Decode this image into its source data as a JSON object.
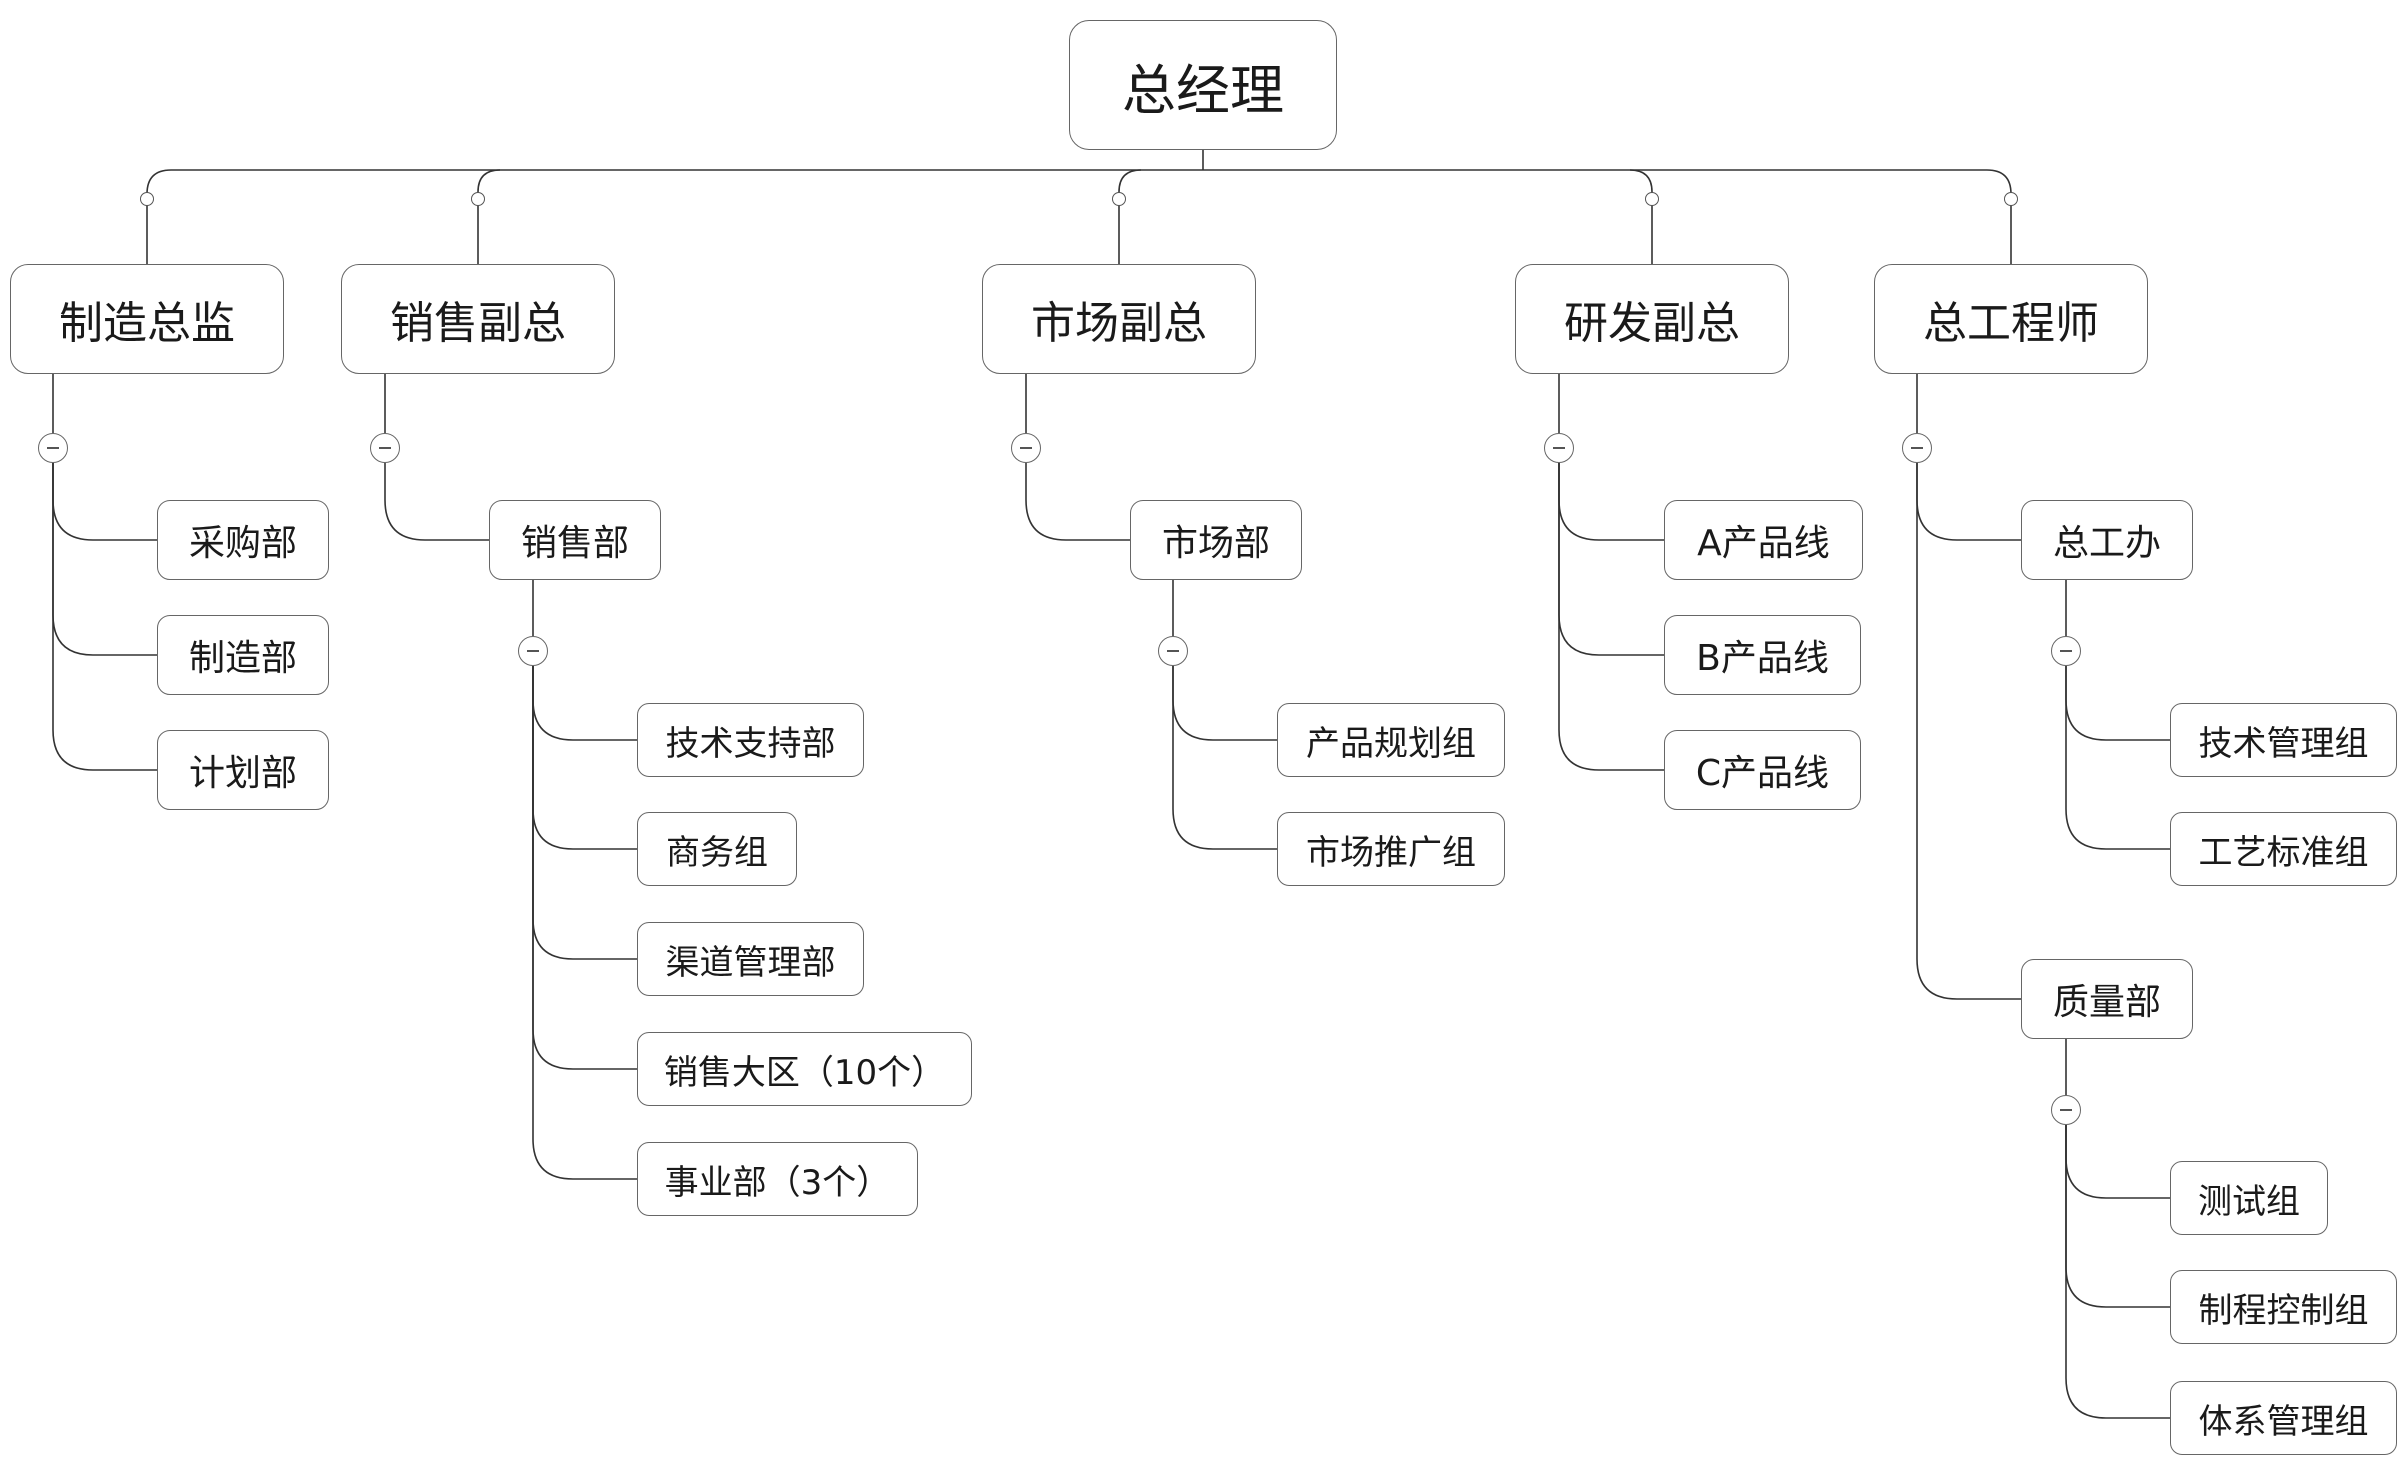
{
  "root": {
    "label": "总经理"
  },
  "branches": [
    {
      "label": "制造总监",
      "children": [
        {
          "label": "采购部"
        },
        {
          "label": "制造部"
        },
        {
          "label": "计划部"
        }
      ]
    },
    {
      "label": "销售副总",
      "children": [
        {
          "label": "销售部",
          "children": [
            {
              "label": "技术支持部"
            },
            {
              "label": "商务组"
            },
            {
              "label": "渠道管理部"
            },
            {
              "label": "销售大区（10个）"
            },
            {
              "label": "事业部（3个）"
            }
          ]
        }
      ]
    },
    {
      "label": "市场副总",
      "children": [
        {
          "label": "市场部",
          "children": [
            {
              "label": "产品规划组"
            },
            {
              "label": "市场推广组"
            }
          ]
        }
      ]
    },
    {
      "label": "研发副总",
      "children": [
        {
          "label": "A产品线"
        },
        {
          "label": "B产品线"
        },
        {
          "label": "C产品线"
        }
      ]
    },
    {
      "label": "总工程师",
      "children": [
        {
          "label": "总工办",
          "children": [
            {
              "label": "技术管理组"
            },
            {
              "label": "工艺标准组"
            }
          ]
        },
        {
          "label": "质量部",
          "children": [
            {
              "label": "测试组"
            },
            {
              "label": "制程控制组"
            },
            {
              "label": "体系管理组"
            }
          ]
        }
      ]
    }
  ]
}
